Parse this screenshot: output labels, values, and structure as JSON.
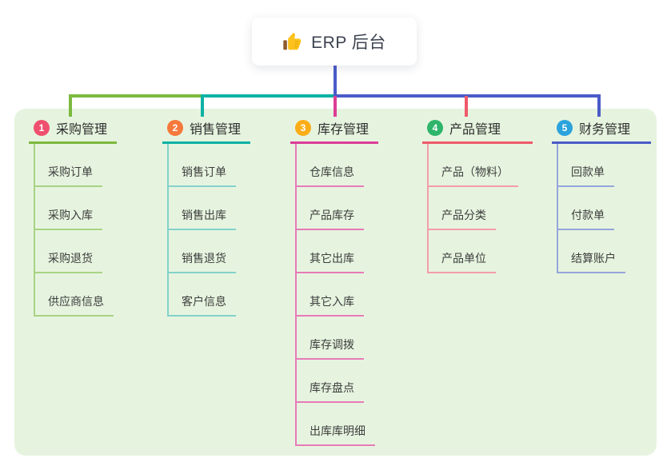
{
  "root": {
    "title": "ERP 后台",
    "icon": "thumbs-up-icon"
  },
  "colors": {
    "canvas": "#FFFFFF",
    "panel": "#E6F4DF",
    "root_connector": "#4A5BC8",
    "emoji_hand": "#FCC21B",
    "emoji_cuff": "#8D5B2D"
  },
  "branches": [
    {
      "num": "1",
      "label": "采购管理",
      "color": "#7CB93E",
      "light": "#A9D383",
      "badge": "#F0506E",
      "children": [
        "采购订单",
        "采购入库",
        "采购退货",
        "供应商信息"
      ]
    },
    {
      "num": "2",
      "label": "销售管理",
      "color": "#0CB2A4",
      "light": "#82D2C9",
      "badge": "#F5793B",
      "children": [
        "销售订单",
        "销售出库",
        "销售退货",
        "客户信息"
      ]
    },
    {
      "num": "3",
      "label": "库存管理",
      "color": "#DC3D96",
      "light": "#E87AB8",
      "badge": "#FBAD18",
      "children": [
        "仓库信息",
        "产品库存",
        "其它出库",
        "其它入库",
        "库存调拨",
        "库存盘点",
        "出库库明细"
      ]
    },
    {
      "num": "4",
      "label": "产品管理",
      "color": "#EE5A6A",
      "light": "#F49DA7",
      "badge": "#2EB56B",
      "children": [
        "产品（物料）",
        "产品分类",
        "产品单位"
      ]
    },
    {
      "num": "5",
      "label": "财务管理",
      "color": "#4A5BC8",
      "light": "#96A5DC",
      "badge": "#2BA3DC",
      "children": [
        "回款单",
        "付款单",
        "结算账户"
      ]
    }
  ]
}
